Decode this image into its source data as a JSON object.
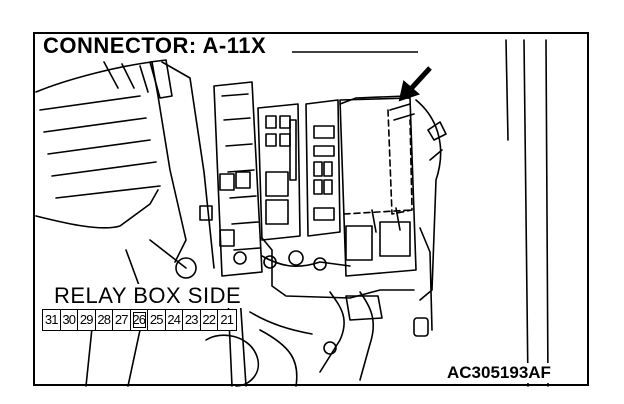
{
  "title": "CONNECTOR: A-11X",
  "relay_label": "RELAY BOX SIDE",
  "pins": [
    "31",
    "30",
    "29",
    "28",
    "27",
    "26",
    "25",
    "24",
    "23",
    "22",
    "21"
  ],
  "highlighted_pin": "26",
  "figure_code": "AC305193AF"
}
